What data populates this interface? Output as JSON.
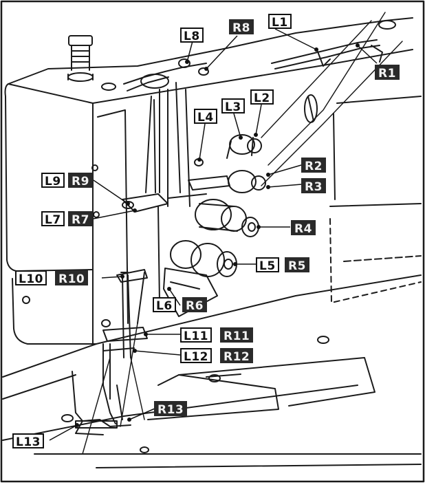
{
  "labels": {
    "L1": "L1",
    "L2": "L2",
    "L3": "L3",
    "L4": "L4",
    "L5": "L5",
    "L6": "L6",
    "L7": "L7",
    "L8": "L8",
    "L9": "L9",
    "L10": "L10",
    "L11": "L11",
    "L12": "L12",
    "L13": "L13",
    "R1": "R1",
    "R2": "R2",
    "R3": "R3",
    "R4": "R4",
    "R5": "R5",
    "R6": "R6",
    "R7": "R7",
    "R8": "R8",
    "R9": "R9",
    "R10": "R10",
    "R11": "R11",
    "R12": "R12",
    "R13": "R13"
  }
}
